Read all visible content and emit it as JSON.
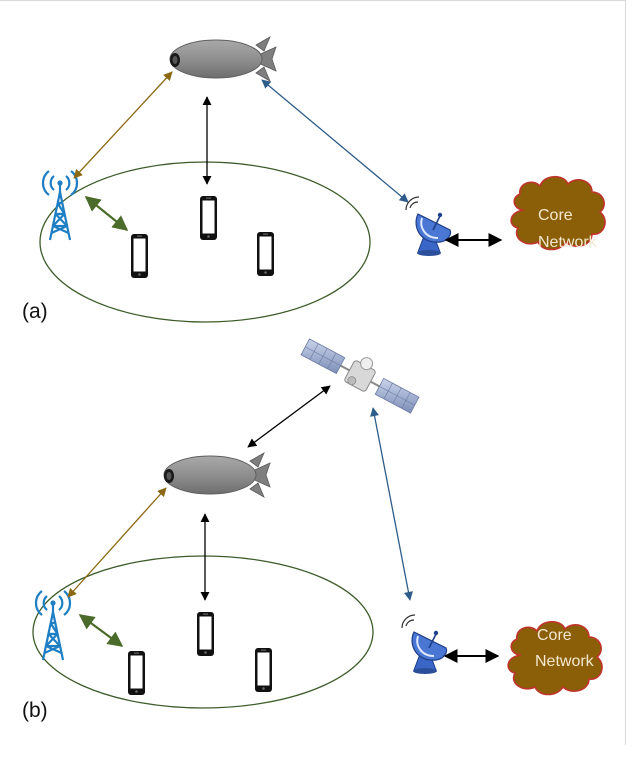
{
  "panels": [
    {
      "label": "(a)",
      "cloud_line1": "Core",
      "cloud_line2": "Network"
    },
    {
      "label": "(b)",
      "cloud_line1": "Core",
      "cloud_line2": "Network"
    }
  ],
  "colors": {
    "airship_arrow": "#8b6914",
    "gateway_arrow": "#2e5c8a",
    "tower_arrow": "#4a6b2a",
    "black_arrow": "#000000",
    "cell_ellipse": "#3d5c2a",
    "cloud_fill": "#8b5e08",
    "cloud_edge": "#c0352b",
    "tower_color": "#1f7fc4",
    "dish_color": "#3a66c8"
  },
  "icons": [
    "airship-icon",
    "cell-tower-icon",
    "smartphone-icon",
    "satellite-dish-icon",
    "cloud-icon",
    "satellite-icon"
  ]
}
